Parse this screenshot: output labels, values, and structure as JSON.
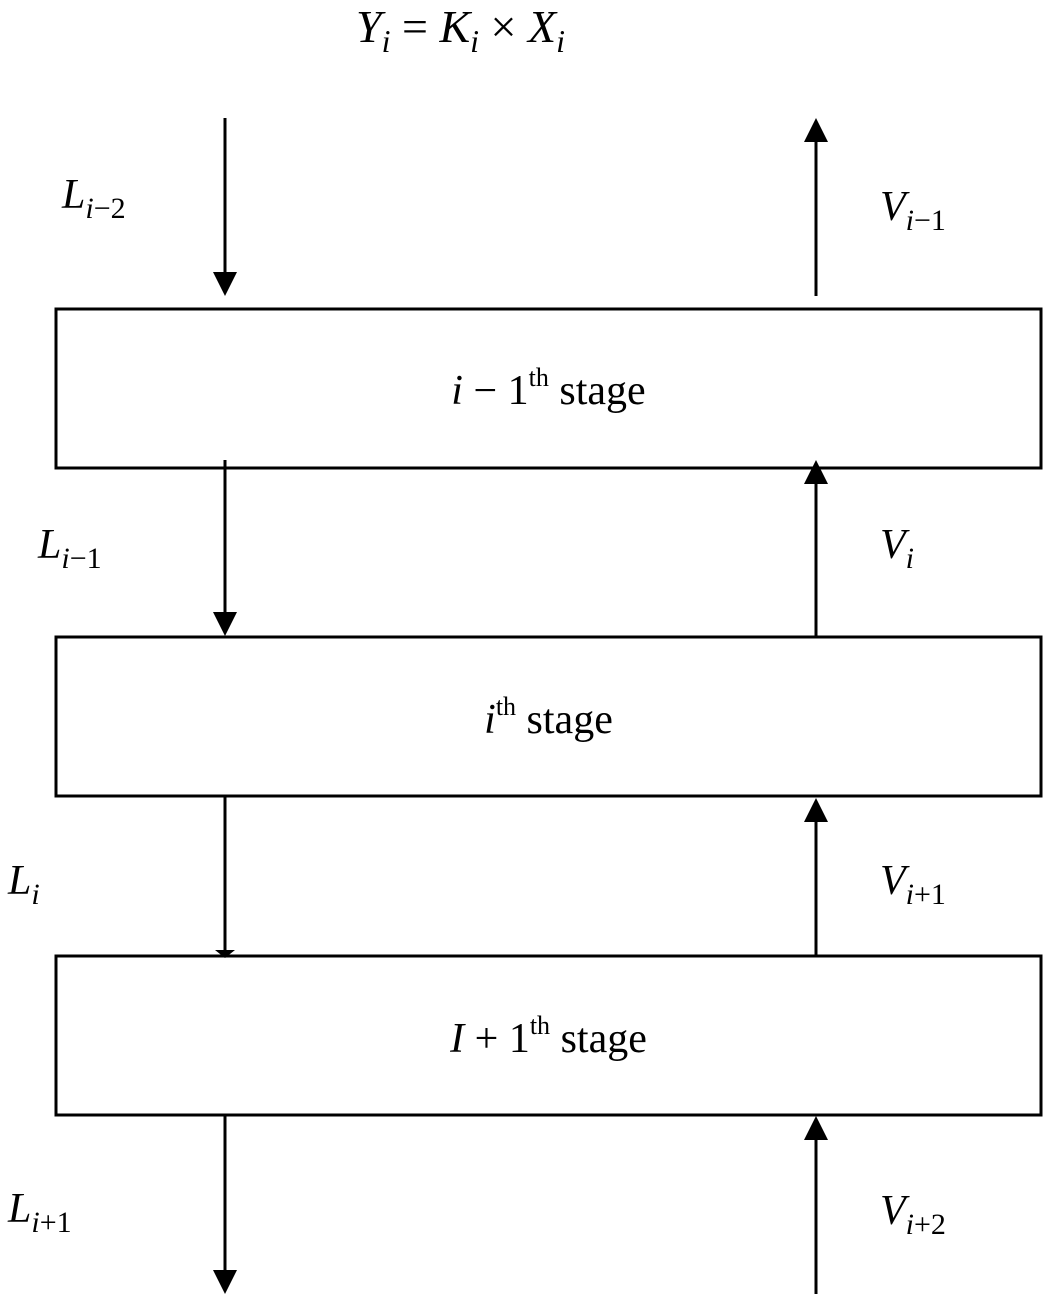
{
  "equation": {
    "y": "Y",
    "y_sub": "i",
    "eq": "=",
    "k": "K",
    "k_sub": "i",
    "times": "×",
    "x": "X",
    "x_sub": "i"
  },
  "stages": [
    {
      "prefix_italic": "i",
      "prefix_rest": " − 1",
      "sup": "th",
      "suffix": " stage"
    },
    {
      "prefix_italic": "i",
      "prefix_rest": "",
      "sup": "th",
      "suffix": " stage"
    },
    {
      "prefix_italic": "I",
      "prefix_rest": " + 1",
      "sup": "th",
      "suffix": " stage"
    }
  ],
  "liquid_flows": [
    {
      "symbol": "L",
      "sub_italic": "i",
      "sub_rest": "−2"
    },
    {
      "symbol": "L",
      "sub_italic": "i",
      "sub_rest": "−1"
    },
    {
      "symbol": "L",
      "sub_italic": "i",
      "sub_rest": ""
    },
    {
      "symbol": "L",
      "sub_italic": "i",
      "sub_rest": "+1"
    }
  ],
  "vapor_flows": [
    {
      "symbol": "V",
      "sub_italic": "i",
      "sub_rest": "−1"
    },
    {
      "symbol": "V",
      "sub_italic": "i",
      "sub_rest": ""
    },
    {
      "symbol": "V",
      "sub_italic": "i",
      "sub_rest": "+1"
    },
    {
      "symbol": "V",
      "sub_italic": "i",
      "sub_rest": "+2"
    }
  ]
}
